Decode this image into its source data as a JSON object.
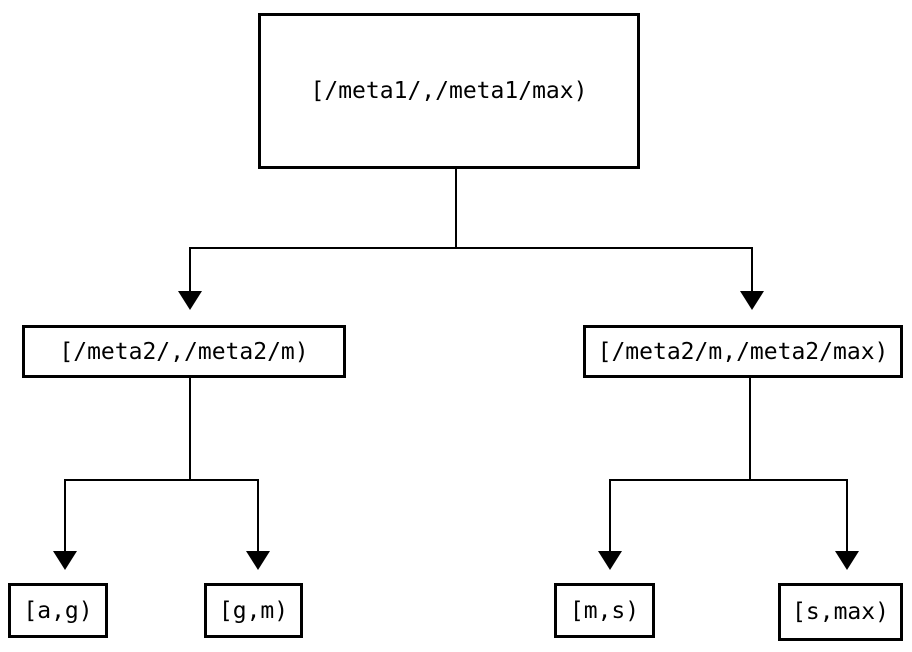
{
  "diagram": {
    "type": "tree",
    "background_color": "#ffffff",
    "line_color": "#000000",
    "text_color": "#000000",
    "nodes": {
      "root": {
        "label": "[/meta1/,/meta1/max)"
      },
      "meta2_left": {
        "label": "[/meta2/,/meta2/m)"
      },
      "meta2_right": {
        "label": "[/meta2/m,/meta2/max)"
      },
      "leaf_ag": {
        "label": "[a,g)"
      },
      "leaf_gm": {
        "label": "[g,m)"
      },
      "leaf_ms": {
        "label": "[m,s)"
      },
      "leaf_smax": {
        "label": "[s,max)"
      }
    },
    "edges": [
      {
        "from": "root",
        "to": "meta2_left"
      },
      {
        "from": "root",
        "to": "meta2_right"
      },
      {
        "from": "meta2_left",
        "to": "leaf_ag"
      },
      {
        "from": "meta2_left",
        "to": "leaf_gm"
      },
      {
        "from": "meta2_right",
        "to": "leaf_ms"
      },
      {
        "from": "meta2_right",
        "to": "leaf_smax"
      }
    ]
  }
}
